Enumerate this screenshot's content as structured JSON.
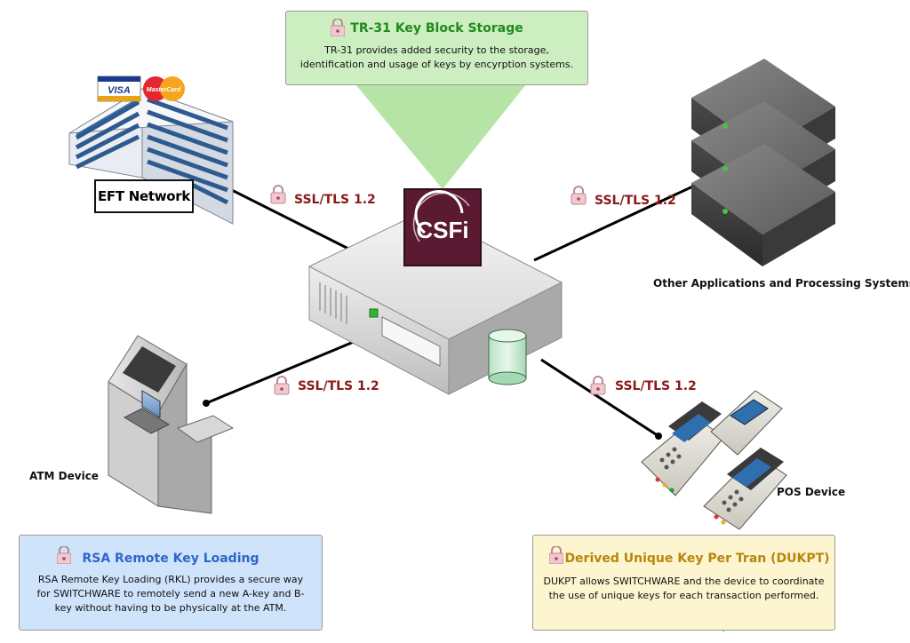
{
  "tr31": {
    "title": "TR-31 Key Block Storage",
    "body": "TR-31 provides added security to the storage, identification and usage of keys by encyrption systems."
  },
  "rsa": {
    "title": "RSA Remote Key Loading",
    "body": "RSA Remote Key Loading (RKL) provides a secure way for SWITCHWARE to remotely send a new A-key and B-key without having to be physically at the ATM."
  },
  "dukpt": {
    "title": "Derived Unique Key Per Tran (DUKPT)",
    "body": "DUKPT allows SWITCHWARE and the device to coordinate the use of unique keys for each transaction performed."
  },
  "nodes": {
    "eft": "EFT Network",
    "other": "Other Applications and Processing Systems",
    "atm": "ATM Device",
    "pos": "POS Device",
    "server_logo": "CSFi"
  },
  "card_logos": {
    "visa": "VISA",
    "mastercard": "MasterCard"
  },
  "connections": {
    "eft": "SSL/TLS 1.2",
    "other": "SSL/TLS 1.2",
    "atm": "SSL/TLS 1.2",
    "pos": "SSL/TLS 1.2"
  },
  "colors": {
    "tr31_fill": "#cdeec0",
    "tr31_title": "#1e8a1e",
    "rsa_fill": "#cfe3fb",
    "rsa_title": "#2f66c8",
    "dukpt_fill": "#fcf5cf",
    "dukpt_title": "#b8860b",
    "csfi": "#5a1a32",
    "ssl": "#8b1a1a"
  }
}
